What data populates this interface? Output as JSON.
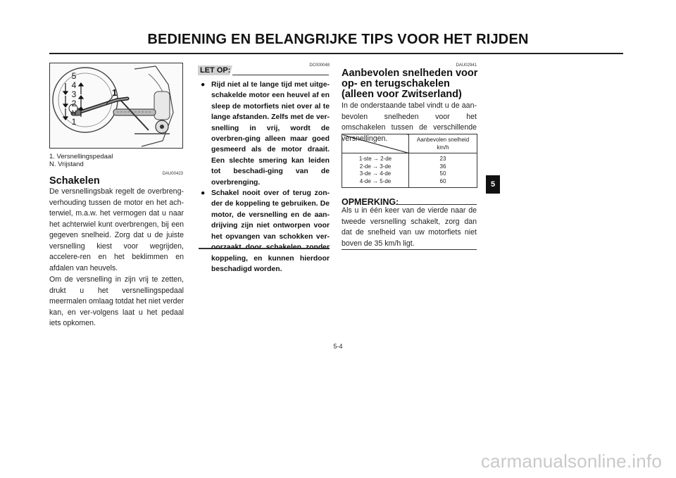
{
  "header": {
    "title": "BEDIENING EN BELANGRIJKE TIPS VOOR HET RIJDEN"
  },
  "figure": {
    "numbers": [
      "5",
      "4",
      "3",
      "2",
      "N",
      "1"
    ],
    "callout": "1",
    "caption_items": [
      "1.  Versnellingspedaal",
      "N.  Vrijstand"
    ]
  },
  "left": {
    "code": "DAU00423",
    "heading": "Schakelen",
    "para1": "De versnellingsbak regelt de overbreng-verhouding tussen de motor en het ach-terwiel, m.a.w. het vermogen dat u naar het achterwiel kunt overbrengen, bij een gegeven snelheid. Zorg dat u de juiste versnelling kiest voor wegrijden, accelere-ren en het beklimmen en afdalen van heuvels.",
    "para2": "Om de versnelling in zijn vrij te zetten, drukt u het versnellingspedaal meermalen omlaag totdat het niet verder kan, en ver-volgens laat u het pedaal iets opkomen."
  },
  "middle": {
    "code": "DC000048",
    "badge": "LET OP:",
    "bullets": [
      "Rijd niet al te lange tijd met uitge-schakelde motor een heuvel af en sleep de motorfiets niet over al te lange afstanden. Zelfs met de ver-snelling in vrij, wordt de overbren-ging alleen maar goed gesmeerd als de motor draait. Een slechte smering kan leiden tot beschadi-ging van de overbrenging.",
      "Schakel nooit over of terug zon-der de koppeling te gebruiken. De motor, de versnelling en de aan-drijving zijn niet ontworpen voor het opvangen van schokken ver-oorzaakt door schakelen zonder koppeling, en kunnen hierdoor beschadigd worden."
    ]
  },
  "right": {
    "code": "DAU02941",
    "heading_lines": [
      "Aanbevolen snelheden voor",
      "op- en terugschakelen",
      "(alleen voor Zwitserland)"
    ],
    "intro": "In de onderstaande tabel vindt u de aan-bevolen snelheden voor het omschakelen tussen de verschillende versnellingen.",
    "table": {
      "header_line1": "Aanbevolen snelheid",
      "header_line2": "km/h",
      "rows": [
        {
          "shift": "1-ste → 2-de",
          "speed": "23"
        },
        {
          "shift": "2-de → 3-de",
          "speed": "36"
        },
        {
          "shift": "3-de → 4-de",
          "speed": "50"
        },
        {
          "shift": "4-de → 5-de",
          "speed": "60"
        }
      ]
    },
    "note_heading": "OPMERKING:",
    "note_text": "Als u in één keer van de vierde naar de tweede versnelling schakelt, zorg dan dat de snelheid van uw motorfiets niet boven de 35 km/h ligt."
  },
  "side_tab": "5",
  "page_number": "5-4",
  "watermark": "carmanualsonline.info"
}
